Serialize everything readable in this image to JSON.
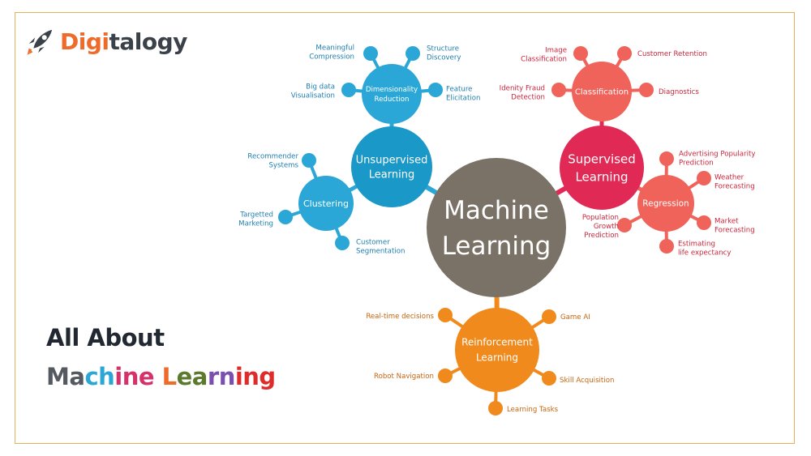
{
  "brand": {
    "logo_icon": "rocket-icon",
    "name_part1": "Digi",
    "name_part2": "talogy",
    "colors": {
      "accent": "#ee6b2a",
      "dark": "#3b4149"
    }
  },
  "heading": "All About",
  "subheading": [
    {
      "text": "Ma",
      "color": "#555a60"
    },
    {
      "text": "ch",
      "color": "#2aa7d6"
    },
    {
      "text": "ine",
      "color": "#d6316b"
    },
    {
      "text": " ",
      "color": "#555a60"
    },
    {
      "text": "L",
      "color": "#ee6b2a"
    },
    {
      "text": "ea",
      "color": "#5b7a2e"
    },
    {
      "text": "rn",
      "color": "#7a4fb0"
    },
    {
      "text": "ing",
      "color": "#e02b2b"
    }
  ],
  "mindmap": {
    "center": {
      "lines": [
        "Machine",
        "Learning"
      ],
      "color": "#7a7266"
    },
    "branches": [
      {
        "id": "unsupervised",
        "color": "#2aa7d6",
        "label": [
          "Unsupervised",
          "Learning"
        ],
        "subs": [
          {
            "id": "dimensionality",
            "label": [
              "Dimensionality",
              "Reduction"
            ],
            "leaves": [
              {
                "lines": [
                  "Meaningful",
                  "Compression"
                ]
              },
              {
                "lines": [
                  "Structure",
                  "Discovery"
                ]
              },
              {
                "lines": [
                  "Big data",
                  "Visualisation"
                ]
              },
              {
                "lines": [
                  "Feature",
                  "Elicitation"
                ]
              }
            ]
          },
          {
            "id": "clustering",
            "label": [
              "Clustering"
            ],
            "leaves": [
              {
                "lines": [
                  "Recommender",
                  "Systems"
                ]
              },
              {
                "lines": [
                  "Targetted",
                  "Marketing"
                ]
              },
              {
                "lines": [
                  "Customer",
                  "Segmentation"
                ]
              }
            ]
          }
        ]
      },
      {
        "id": "supervised",
        "color": "#e02a55",
        "label": [
          "Supervised",
          "Learning"
        ],
        "subs": [
          {
            "id": "classification",
            "label": [
              "Classification"
            ],
            "color": "#f0635a",
            "leaves": [
              {
                "lines": [
                  "Image",
                  "Classification"
                ]
              },
              {
                "lines": [
                  "Customer Retention"
                ]
              },
              {
                "lines": [
                  "Idenity Fraud",
                  "Detection"
                ]
              },
              {
                "lines": [
                  "Diagnostics"
                ]
              }
            ]
          },
          {
            "id": "regression",
            "label": [
              "Regression"
            ],
            "color": "#f0635a",
            "leaves": [
              {
                "lines": [
                  "Advertising Popularity",
                  "Prediction"
                ]
              },
              {
                "lines": [
                  "Weather",
                  "Forecasting"
                ]
              },
              {
                "lines": [
                  "Population",
                  "Growth",
                  "Prediction"
                ]
              },
              {
                "lines": [
                  "Market",
                  "Forecasting"
                ]
              },
              {
                "lines": [
                  "Estimating",
                  "life expectancy"
                ]
              }
            ]
          }
        ]
      },
      {
        "id": "reinforcement",
        "color": "#f08a1c",
        "label": [
          "Reinforcement",
          "Learning"
        ],
        "leaves": [
          {
            "lines": [
              "Real-time decisions"
            ]
          },
          {
            "lines": [
              "Game AI"
            ]
          },
          {
            "lines": [
              "Robot Navigation"
            ]
          },
          {
            "lines": [
              "Skill Acquisition"
            ]
          },
          {
            "lines": [
              "Learning Tasks"
            ]
          }
        ]
      }
    ]
  }
}
